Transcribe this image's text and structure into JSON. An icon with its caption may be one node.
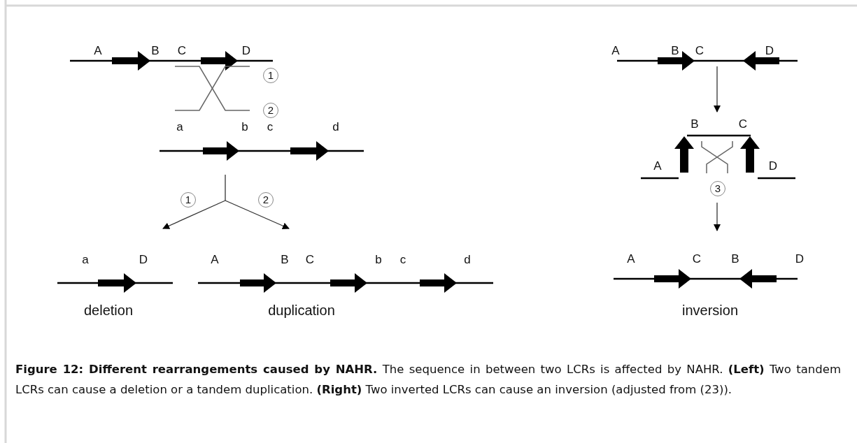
{
  "diagram": {
    "caption": "**Figure 12: Different rearrangements caused by NAHR.** The sequence in between two LCRs is affected by NAHR. **(Left)** Two tandem LCRs can cause a deletion or a tandem duplication. **(Right)** Two inverted LCRs can cause an inversion (adjusted from (23)).",
    "labels": [
      "A",
      "B",
      "C",
      "D",
      "A",
      "B",
      "C",
      "D",
      "1",
      "2",
      "a",
      "b",
      "c",
      "d",
      "B",
      "C",
      "A",
      "D",
      "1",
      "2",
      "3",
      "a",
      "D",
      "A",
      "B",
      "C",
      "b",
      "c",
      "d",
      "A",
      "C",
      "B",
      "D",
      "deletion",
      "duplication",
      "inversion"
    ]
  }
}
